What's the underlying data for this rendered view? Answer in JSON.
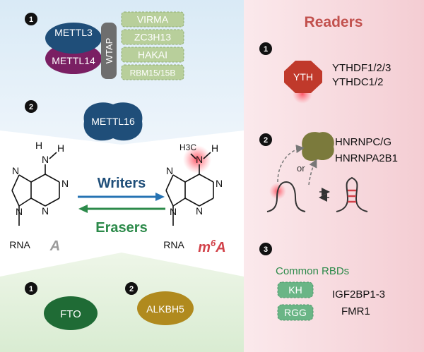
{
  "writers": {
    "step1": "1",
    "step2": "2",
    "complex": {
      "mettl3": "METTL3",
      "mettl14": "METTL14",
      "wtap": "WTAP",
      "cofactors": [
        "VIRMA",
        "ZC3H13",
        "HAKAI",
        "RBM15/15B"
      ]
    },
    "mettl16": "METTL16"
  },
  "center": {
    "writers_label": "Writers",
    "erasers_label": "Erasers",
    "left_molecule": {
      "n1": "N",
      "h1": "H",
      "h2": "H",
      "n2": "N",
      "n3": "N",
      "n4": "N",
      "n5": "N",
      "rna": "RNA",
      "name": "A"
    },
    "right_molecule": {
      "methyl": "H3C",
      "n1": "N",
      "h1": "H",
      "n2": "N",
      "n3": "N",
      "n4": "N",
      "n5": "N",
      "rna": "RNA",
      "name": "m6A"
    }
  },
  "erasers": {
    "step1": "1",
    "step2": "2",
    "fto": "FTO",
    "alkbh5": "ALKBH5"
  },
  "readers": {
    "title": "Readers",
    "step1": "1",
    "step2": "2",
    "step3": "3",
    "yth_label": "YTH",
    "ythdf": "YTHDF1/2/3",
    "ythdc": "YTHDC1/2",
    "or_label": "or",
    "hnrnpc": "HNRNPC/G",
    "hnrnpa2b1": "HNRNPA2B1",
    "common_rbds": "Common RBDs",
    "kh": "KH",
    "rgg": "RGG",
    "igf2bp": "IGF2BP1-3",
    "fmr1": "FMR1"
  },
  "colors": {
    "writer_blue": "#1f4e79",
    "writer_purple": "#7a1f63",
    "wtap_gray": "#6e6e6e",
    "cofactor_green": "#b8cf9b",
    "writers_arrow": "#2673b3",
    "erasers_arrow": "#2c8a4a",
    "fto_green": "#1f6b35",
    "alkbh5_gold": "#b08a1e",
    "reader_red": "#c0392b",
    "readers_title": "#c2514e",
    "rbd_green": "#6ab586"
  }
}
